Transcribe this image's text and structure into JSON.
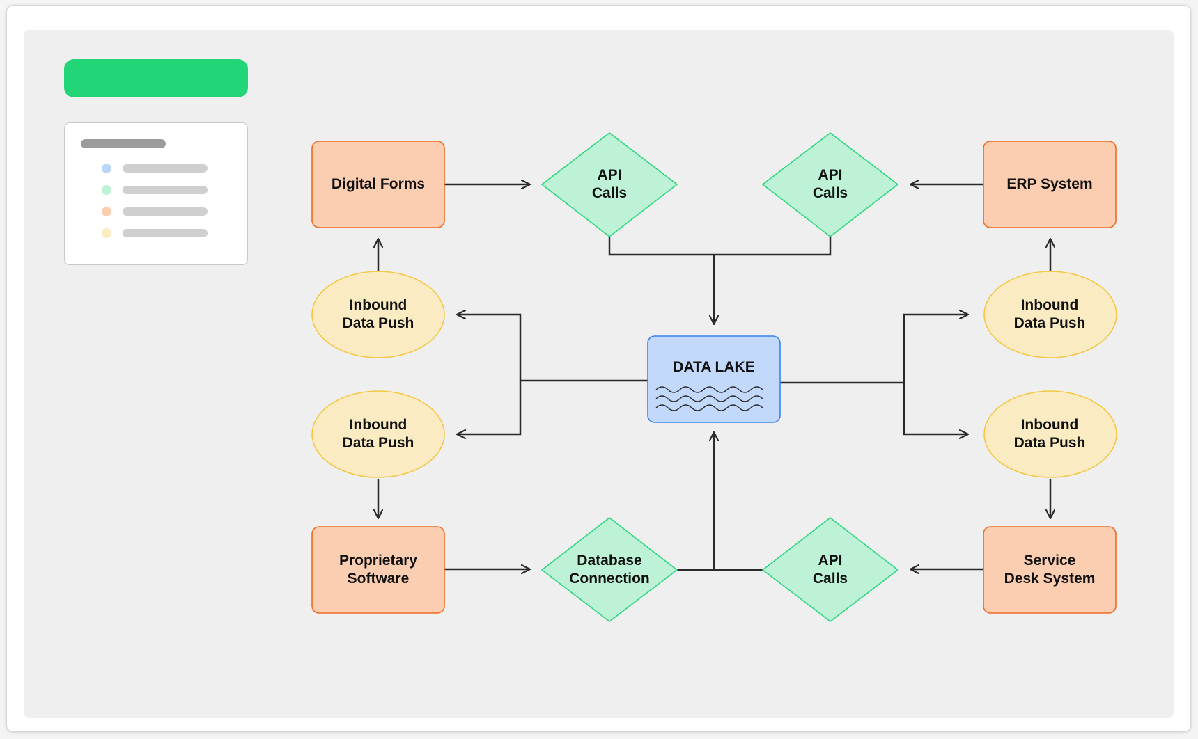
{
  "colors": {
    "system_fill": "#fbcdb1",
    "system_stroke": "#f06a22",
    "method_fill": "#bdf2d6",
    "method_stroke": "#2bd67f",
    "push_fill": "#faebc3",
    "push_stroke": "#f2c843",
    "lake_fill": "#c3d9fb",
    "lake_stroke": "#3b82f0",
    "accent_green": "#22d678",
    "connector": "#2a2a2a"
  },
  "legend": {
    "dots": [
      "#bcd6fa",
      "#bdf2d6",
      "#fbcdb1",
      "#faebc3"
    ]
  },
  "diagram": {
    "nodes": {
      "digital_forms": "Digital Forms",
      "erp_system": "ERP System",
      "proprietary_software": "Proprietary\nSoftware",
      "service_desk": "Service\nDesk System",
      "api_calls_top_left": "API\nCalls",
      "api_calls_top_right": "API\nCalls",
      "api_calls_bottom": "API\nCalls",
      "database_connection": "Database\nConnection",
      "push_left_top": "Inbound\nData Push",
      "push_left_bottom": "Inbound\nData Push",
      "push_right_top": "Inbound\nData Push",
      "push_right_bottom": "Inbound\nData Push",
      "data_lake": "DATA LAKE"
    }
  }
}
